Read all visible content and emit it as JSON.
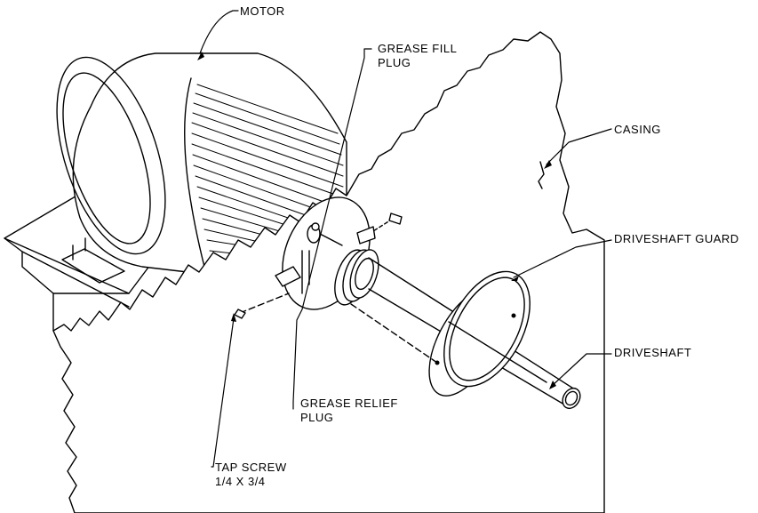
{
  "labels": {
    "motor": "MOTOR",
    "grease_fill": [
      "GREASE FILL",
      "PLUG"
    ],
    "casing": "CASING",
    "driveshaft_guard": "DRIVESHAFT GUARD",
    "driveshaft": "DRIVESHAFT",
    "grease_relief": [
      "GREASE RELIEF",
      "PLUG"
    ],
    "tap_screw": [
      "TAP SCREW",
      "1/4 X 3/4"
    ]
  },
  "colors": {
    "ink": "#000000",
    "paper": "#ffffff"
  }
}
